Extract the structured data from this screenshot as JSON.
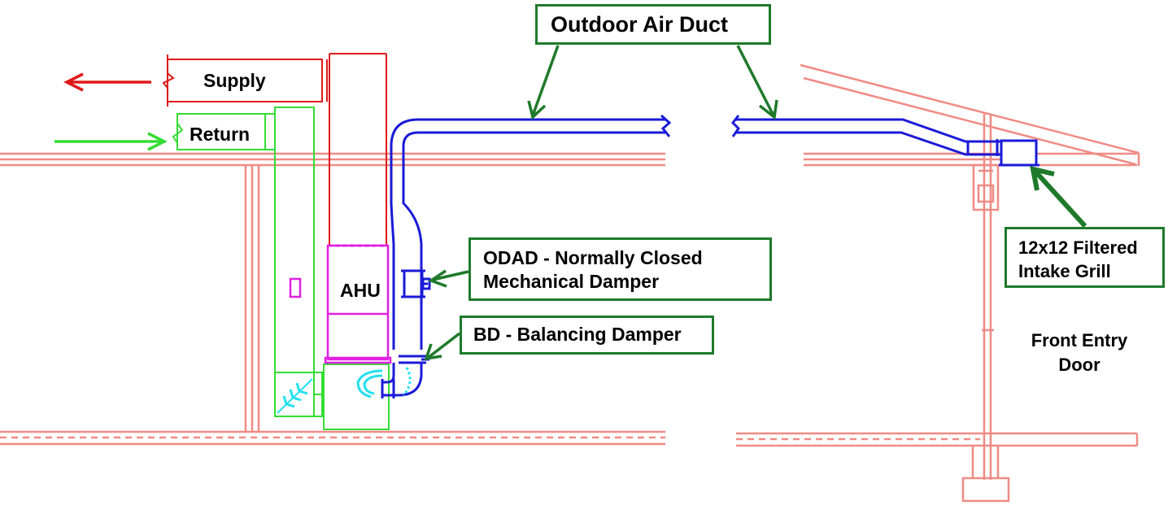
{
  "callouts": {
    "outdoor_air_duct": "Outdoor Air Duct",
    "odad_line1": "ODAD - Normally Closed",
    "odad_line2": "Mechanical Damper",
    "bd": "BD - Balancing Damper",
    "grill_line1": "12x12 Filtered",
    "grill_line2": "Intake Grill"
  },
  "labels": {
    "supply": "Supply",
    "return": "Return",
    "ahu": "AHU",
    "door_line1": "Front Entry",
    "door_line2": "Door"
  },
  "colors": {
    "structure": "#f08a84",
    "supply_duct": "#e01818",
    "return_duct": "#33dd33",
    "ahu": "#e020e0",
    "outdoor_air_duct": "#1a1ad8",
    "flex_elbow": "#22e0f0",
    "callout": "#1e7a2a"
  }
}
